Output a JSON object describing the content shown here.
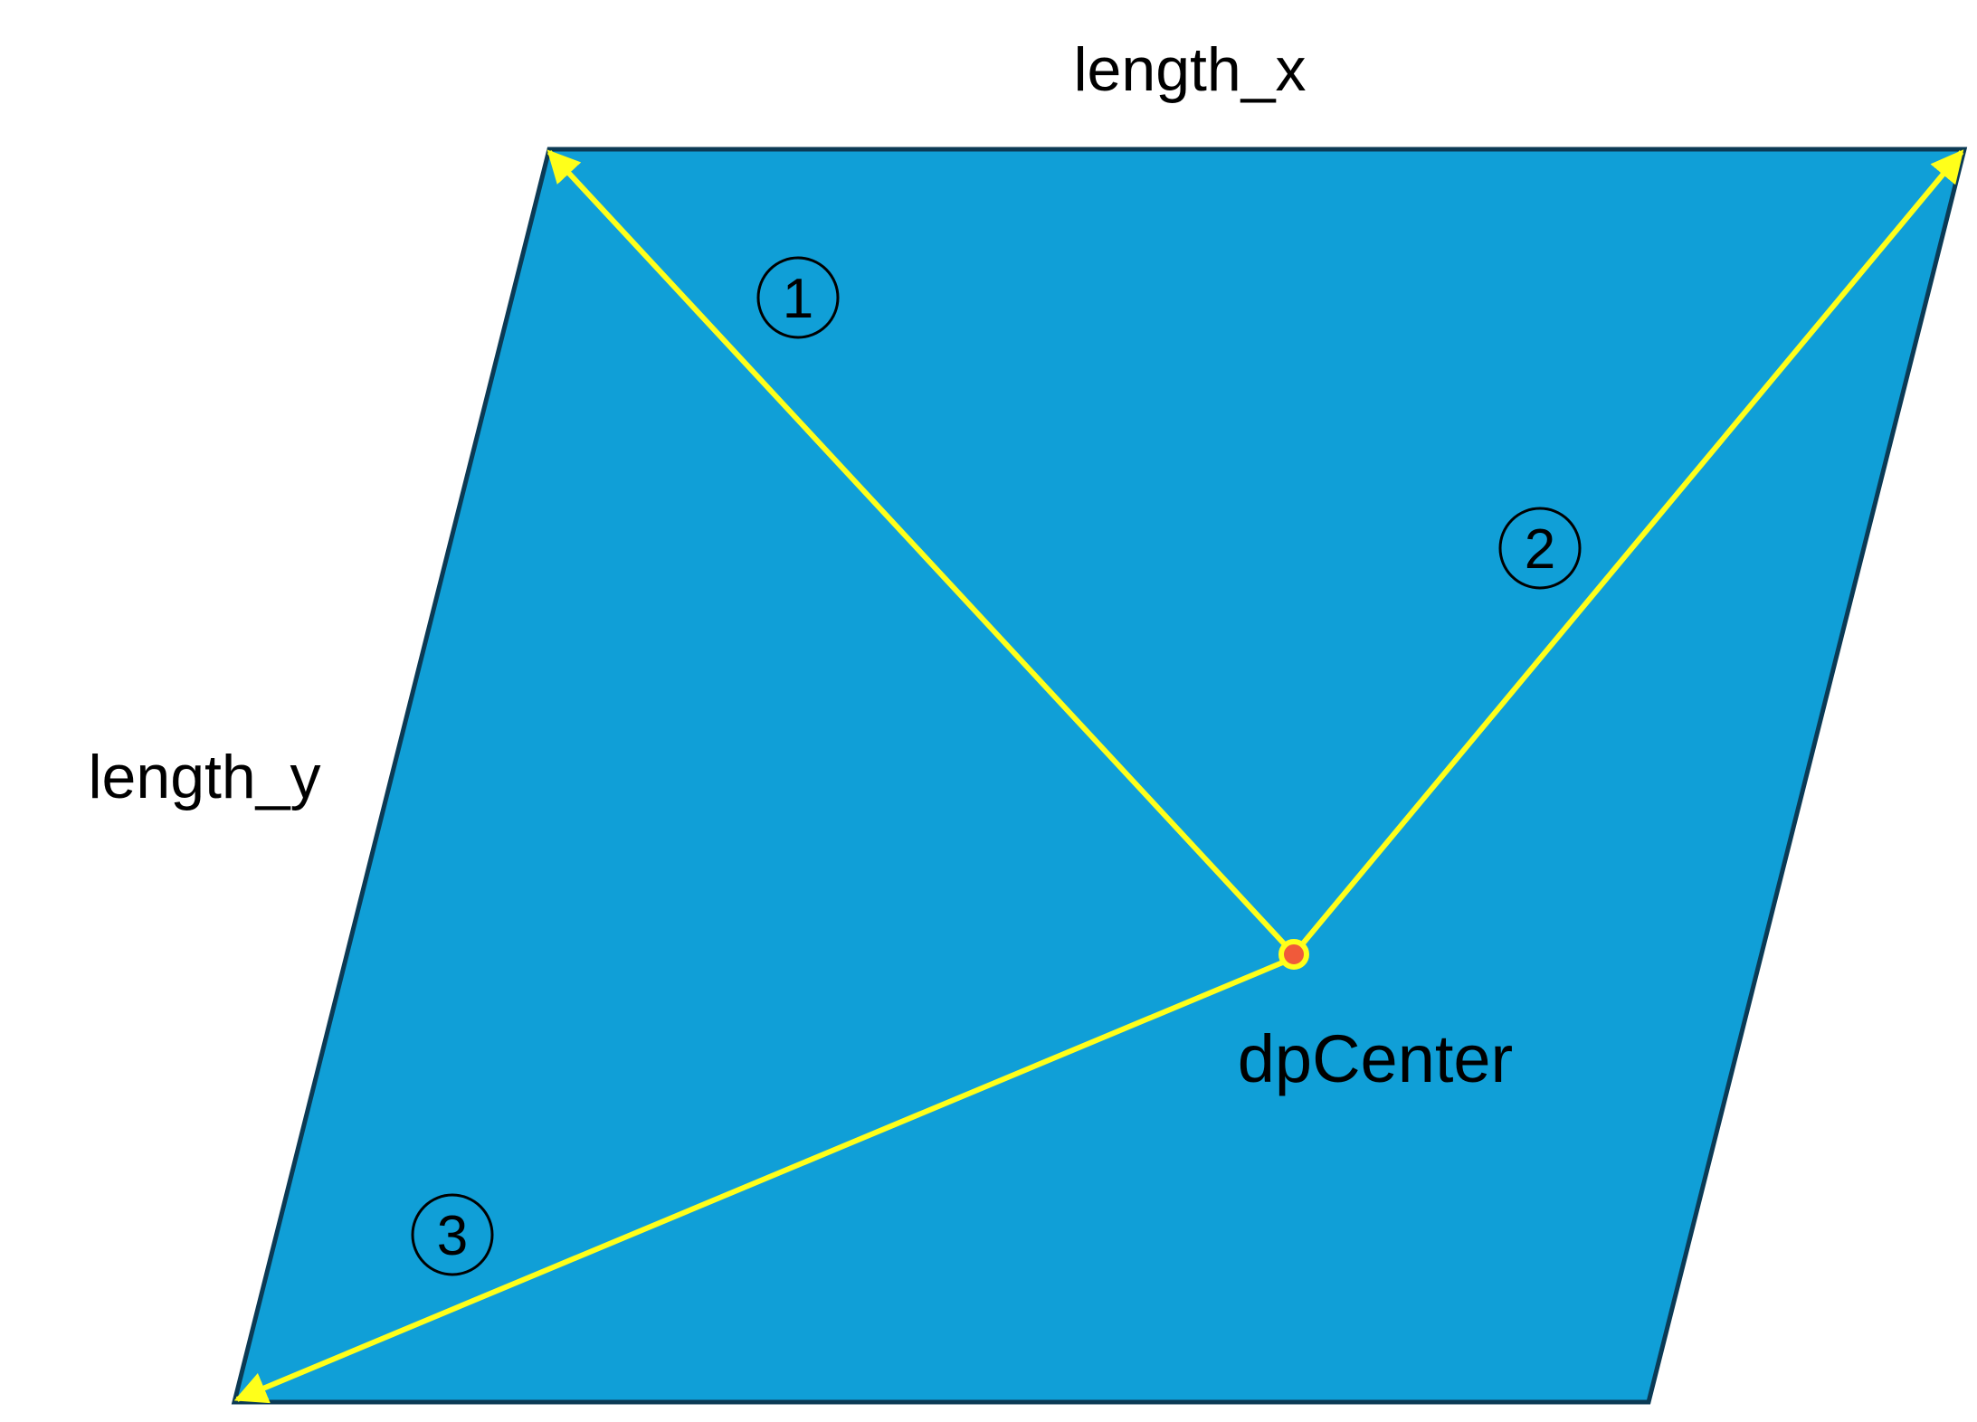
{
  "labels": {
    "length_x": "length_x",
    "length_y": "length_y",
    "center": "dpCenter"
  },
  "markers": {
    "m1": "1",
    "m2": "2",
    "m3": "3"
  },
  "colors": {
    "fill": "#109fd7",
    "outline": "#0b3a55",
    "arrow": "#ffff1a",
    "center_dot": "#f05a3a",
    "text": "#000000"
  }
}
